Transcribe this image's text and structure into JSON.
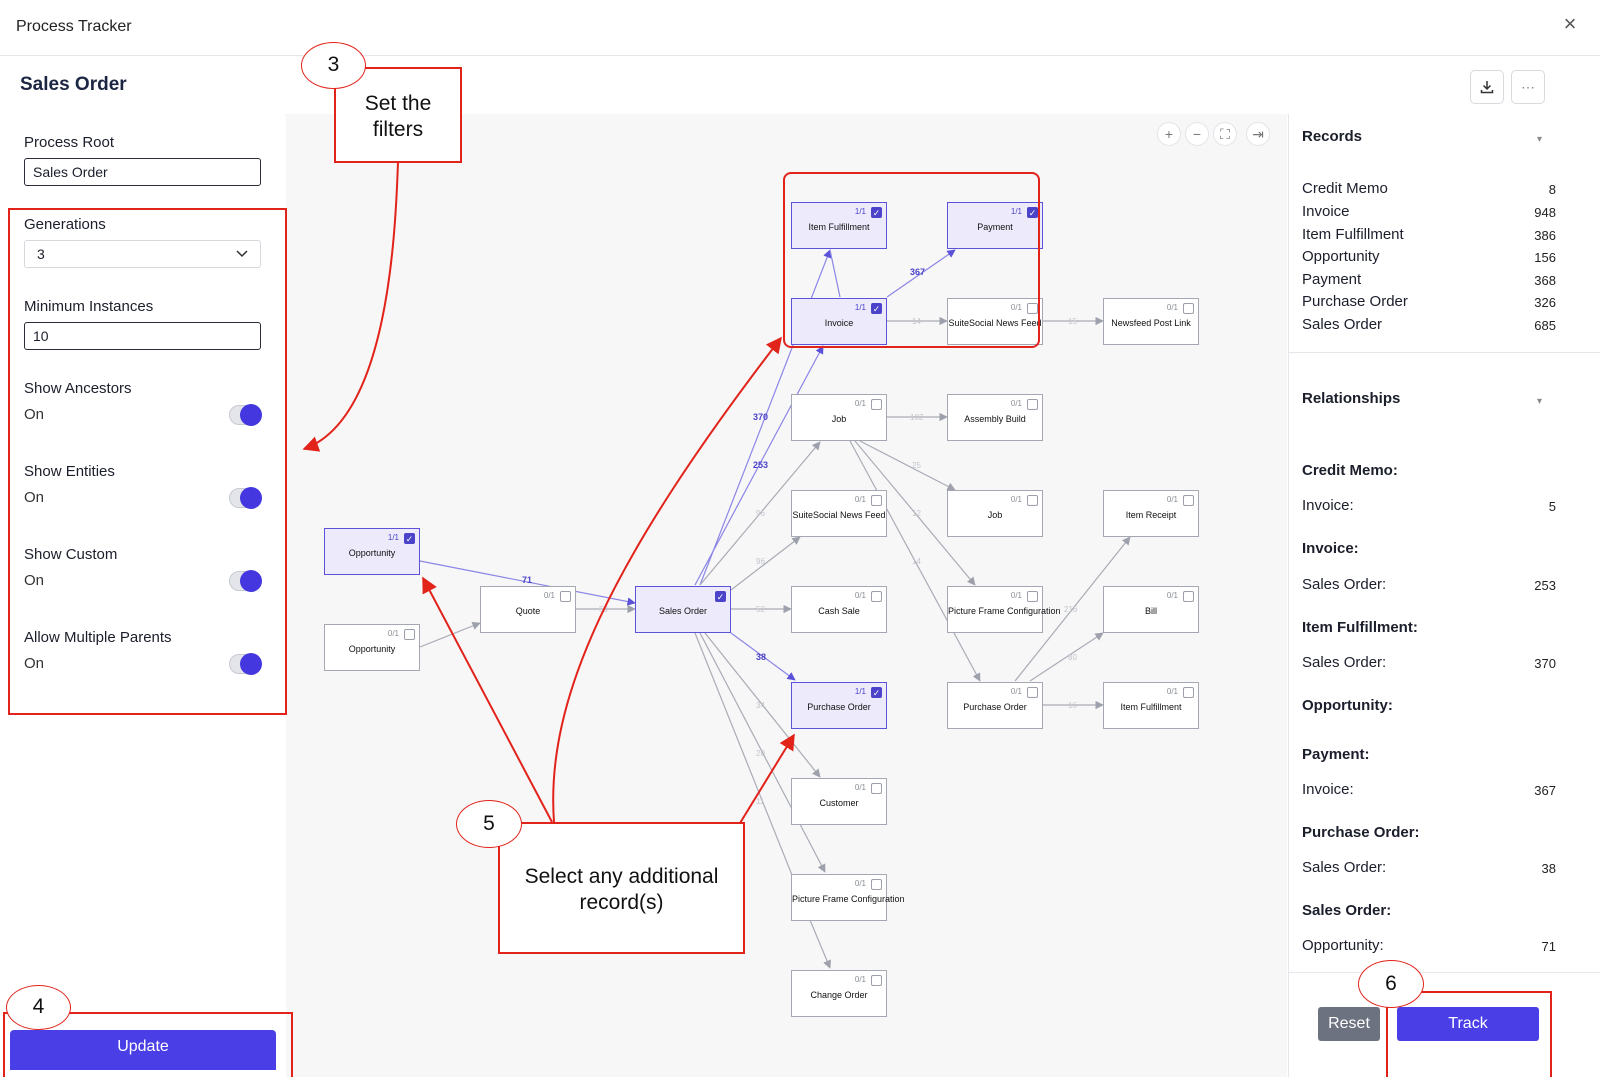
{
  "window": {
    "title": "Process Tracker",
    "close_icon": "×"
  },
  "header": {
    "title": "Sales Order",
    "download_icon": "download-icon",
    "more_icon": "⋯"
  },
  "filters": {
    "process_root_label": "Process Root",
    "process_root_value": "Sales Order",
    "generations_label": "Generations",
    "generations_value": "3",
    "min_instances_label": "Minimum Instances",
    "min_instances_value": "10",
    "toggles": [
      {
        "label": "Show Ancestors",
        "state": "On"
      },
      {
        "label": "Show Entities",
        "state": "On"
      },
      {
        "label": "Show Custom",
        "state": "On"
      },
      {
        "label": "Allow Multiple Parents",
        "state": "On"
      }
    ],
    "update_label": "Update"
  },
  "graph": {
    "nodes": [
      {
        "label": "Item Fulfillment",
        "count": "1/1",
        "selected": true
      },
      {
        "label": "Payment",
        "count": "1/1",
        "selected": true
      },
      {
        "label": "Invoice",
        "count": "1/1",
        "selected": true
      },
      {
        "label": "SuiteSocial News Feed",
        "count": "0/1",
        "selected": false
      },
      {
        "label": "Newsfeed Post Link",
        "count": "0/1",
        "selected": false
      },
      {
        "label": "Job",
        "count": "0/1",
        "selected": false
      },
      {
        "label": "Assembly Build",
        "count": "0/1",
        "selected": false
      },
      {
        "label": "SuiteSocial News Feed",
        "count": "0/1",
        "selected": false
      },
      {
        "label": "Job",
        "count": "0/1",
        "selected": false
      },
      {
        "label": "Item Receipt",
        "count": "0/1",
        "selected": false
      },
      {
        "label": "Opportunity",
        "count": "1/1",
        "selected": true
      },
      {
        "label": "Quote",
        "count": "0/1",
        "selected": false
      },
      {
        "label": "Sales Order",
        "count": "",
        "selected": true
      },
      {
        "label": "Cash Sale",
        "count": "0/1",
        "selected": false
      },
      {
        "label": "Picture Frame Configuration",
        "count": "0/1",
        "selected": false
      },
      {
        "label": "Bill",
        "count": "0/1",
        "selected": false
      },
      {
        "label": "Opportunity",
        "count": "0/1",
        "selected": false
      },
      {
        "label": "Purchase Order",
        "count": "1/1",
        "selected": true
      },
      {
        "label": "Purchase Order",
        "count": "0/1",
        "selected": false
      },
      {
        "label": "Item Fulfillment",
        "count": "0/1",
        "selected": false
      },
      {
        "label": "Customer",
        "count": "0/1",
        "selected": false
      },
      {
        "label": "Picture Frame Configuration",
        "count": "0/1",
        "selected": false
      },
      {
        "label": "Change Order",
        "count": "0/1",
        "selected": false
      }
    ],
    "edge_labels": {
      "inv_pay": "367",
      "inv_ssnf": "14",
      "ssnf_post": "15",
      "job_asm": "102",
      "job_job": "25",
      "so_inv1": "370",
      "so_inv2": "253",
      "so_ss": "96",
      "so_cash": "52",
      "so_po": "38",
      "opp_so": "71",
      "quote_so": "59",
      "job_pfc": "12",
      "job_pfc2": "14",
      "so_cust": "34",
      "so_pfc": "20",
      "so_chg": "11",
      "po_bill": "216",
      "po_bill2": "80",
      "po_if": "16"
    },
    "zoom_in_icon": "+",
    "zoom_out_icon": "−",
    "fit_icon": "⛶",
    "panel_icon": "⇥"
  },
  "records": {
    "title": "Records",
    "items": [
      {
        "name": "Credit Memo",
        "value": "8"
      },
      {
        "name": "Invoice",
        "value": "948"
      },
      {
        "name": "Item Fulfillment",
        "value": "386"
      },
      {
        "name": "Opportunity",
        "value": "156"
      },
      {
        "name": "Payment",
        "value": "368"
      },
      {
        "name": "Purchase Order",
        "value": "326"
      },
      {
        "name": "Sales Order",
        "value": "685"
      }
    ]
  },
  "relationships": {
    "title": "Relationships",
    "groups": [
      {
        "head": "Credit Memo:",
        "rows": [
          {
            "name": "Invoice:",
            "value": "5"
          }
        ]
      },
      {
        "head": "Invoice:",
        "rows": [
          {
            "name": "Sales Order:",
            "value": "253"
          }
        ]
      },
      {
        "head": "Item Fulfillment:",
        "rows": [
          {
            "name": "Sales Order:",
            "value": "370"
          }
        ]
      },
      {
        "head": "Opportunity:",
        "rows": []
      },
      {
        "head": "Payment:",
        "rows": [
          {
            "name": "Invoice:",
            "value": "367"
          }
        ]
      },
      {
        "head": "Purchase Order:",
        "rows": [
          {
            "name": "Sales Order:",
            "value": "38"
          }
        ]
      },
      {
        "head": "Sales Order:",
        "rows": [
          {
            "name": "Opportunity:",
            "value": "71"
          }
        ]
      }
    ]
  },
  "actions": {
    "reset_label": "Reset",
    "track_label": "Track"
  },
  "annotations": {
    "step3_number": "3",
    "step3_text_line1": "Set the",
    "step3_text_line2": "filters",
    "step4_number": "4",
    "step5_number": "5",
    "step5_text_line1": "Select any additional",
    "step5_text_line2": "record(s)",
    "step6_number": "6"
  },
  "colors": {
    "accent": "#4a3ee6",
    "annotation_red": "#e2231a",
    "selected_node": "#eceafb"
  }
}
